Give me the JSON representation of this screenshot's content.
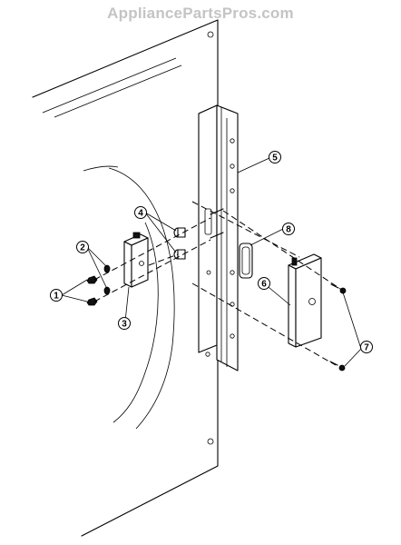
{
  "watermark": "AppliancePartsPros.com",
  "callouts": [
    {
      "id": "1",
      "label": "1"
    },
    {
      "id": "2",
      "label": "2"
    },
    {
      "id": "3",
      "label": "3"
    },
    {
      "id": "4",
      "label": "4"
    },
    {
      "id": "5",
      "label": "5"
    },
    {
      "id": "6",
      "label": "6"
    },
    {
      "id": "7",
      "label": "7"
    },
    {
      "id": "8",
      "label": "8"
    }
  ]
}
